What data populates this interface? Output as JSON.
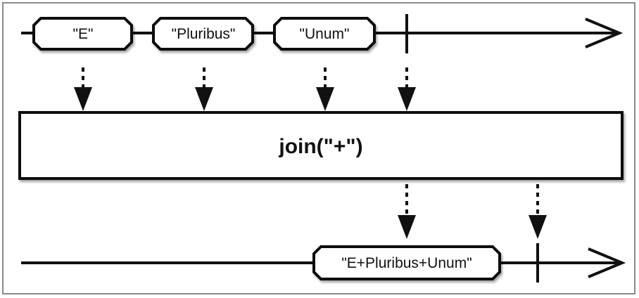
{
  "diagram": {
    "input_stream": {
      "values": [
        "\"E\"",
        "\"Pluribus\"",
        "\"Unum\""
      ],
      "completed": true
    },
    "operator": {
      "label": "join(\"+\")"
    },
    "output_stream": {
      "values": [
        "\"E+Pluribus+Unum\""
      ],
      "completed": true
    },
    "colors": {
      "stroke": "#111111",
      "fill": "#ffffff",
      "border": "#8a8a8a"
    }
  }
}
